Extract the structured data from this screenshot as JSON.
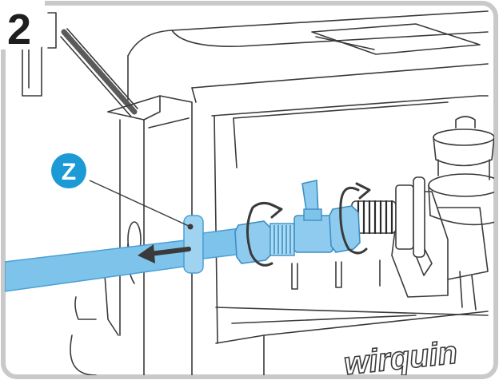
{
  "step": {
    "number": "2"
  },
  "callout": {
    "letter": "Z"
  },
  "brand": {
    "text": "wirquin"
  },
  "colors": {
    "pipe": "#7ec3ea",
    "pipe_dark": "#4a9fd6",
    "callout": "#1c9ad6",
    "frame_border": "#c9c9c9",
    "line": "#3a3a3a",
    "badge_bg": "#ffffff"
  },
  "icons": {
    "direction_arrow": "arrow-left-icon",
    "rotate_left": "rotate-ccw-icon",
    "rotate_right": "rotate-cw-icon"
  }
}
